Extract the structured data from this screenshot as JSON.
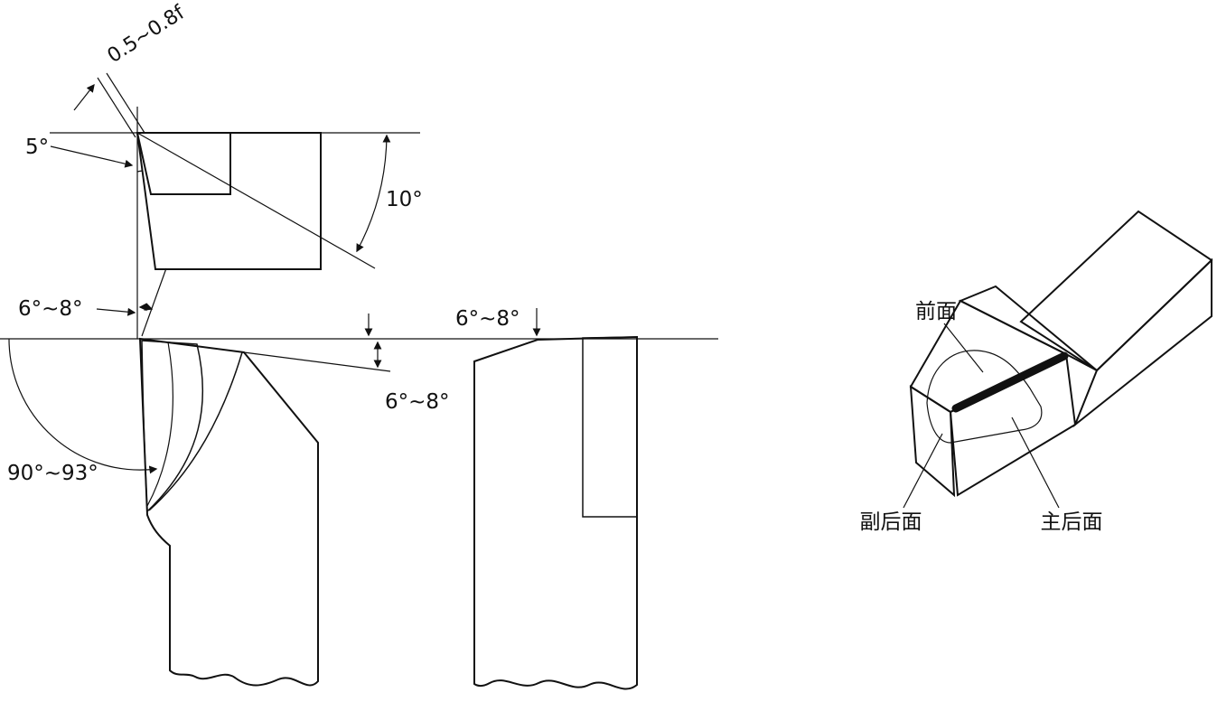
{
  "figure": {
    "top_view": {
      "land_width": "0.5~0.8f",
      "tip_angle": "5°",
      "rake_angle": "10°"
    },
    "front_view": {
      "relief_left": "6°~8°",
      "edge_angle": "90°~93°",
      "slope_angle": "6°~8°"
    },
    "side_view": {
      "relief": "6°~8°"
    },
    "iso_view": {
      "front_face": "前面",
      "minor_flank": "副后面",
      "major_flank": "主后面"
    },
    "colors": {
      "ink": "#111111",
      "gray": "#b2b2b2",
      "paper": "#ffffff"
    }
  }
}
